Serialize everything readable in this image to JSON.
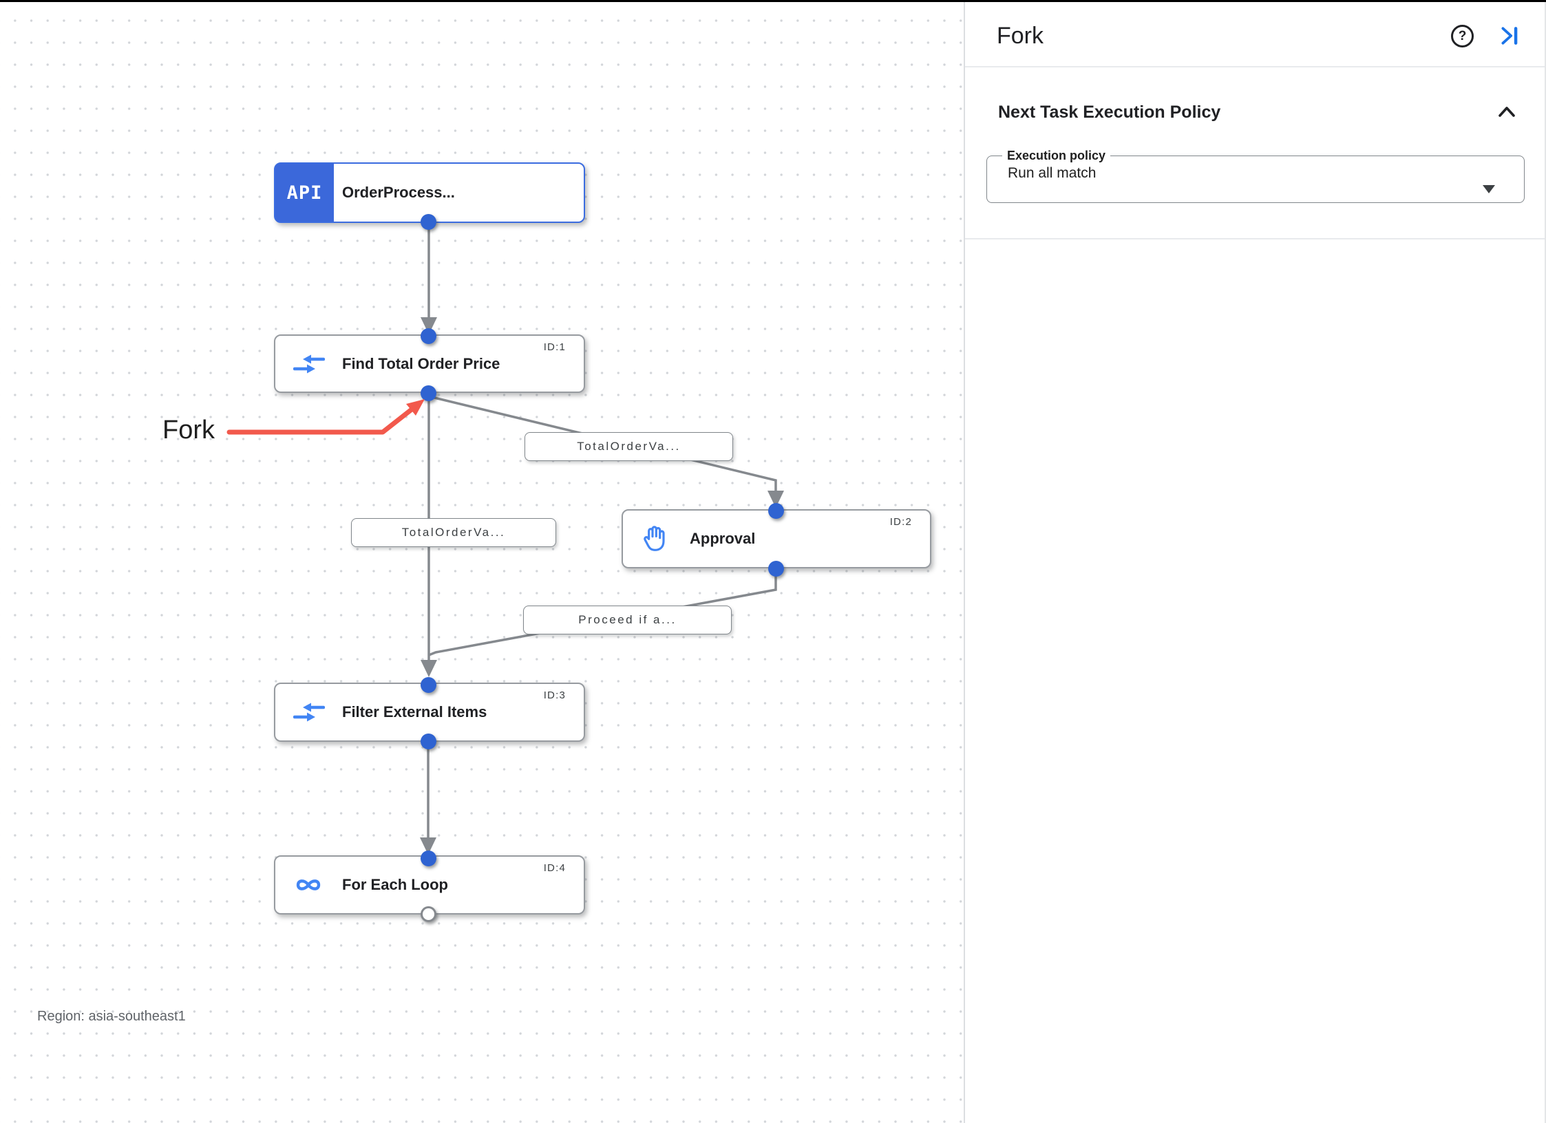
{
  "canvas": {
    "region_label": "Region: asia-southeast1",
    "annotation_label": "Fork",
    "nodes": [
      {
        "badge": "API",
        "title": "OrderProcess...",
        "id_label": ""
      },
      {
        "title": "Find Total Order Price",
        "id_label": "ID:1"
      },
      {
        "title": "Approval",
        "id_label": "ID:2"
      },
      {
        "title": "Filter External Items",
        "id_label": "ID:3"
      },
      {
        "title": "For Each Loop",
        "id_label": "ID:4"
      }
    ],
    "edge_labels": [
      "TotalOrderVa...",
      "TotalOrderVa...",
      "Proceed if a..."
    ]
  },
  "panel": {
    "title": "Fork",
    "help_label": "?",
    "section_heading": "Next Task Execution Policy",
    "field_label": "Execution policy",
    "field_value": "Run all match"
  },
  "colors": {
    "trigger_blue": "#3b68da",
    "icon_blue": "#4285f4",
    "link_blue": "#1a73e8",
    "edge_gray": "#85898e",
    "annotation_red": "#f2594c"
  }
}
